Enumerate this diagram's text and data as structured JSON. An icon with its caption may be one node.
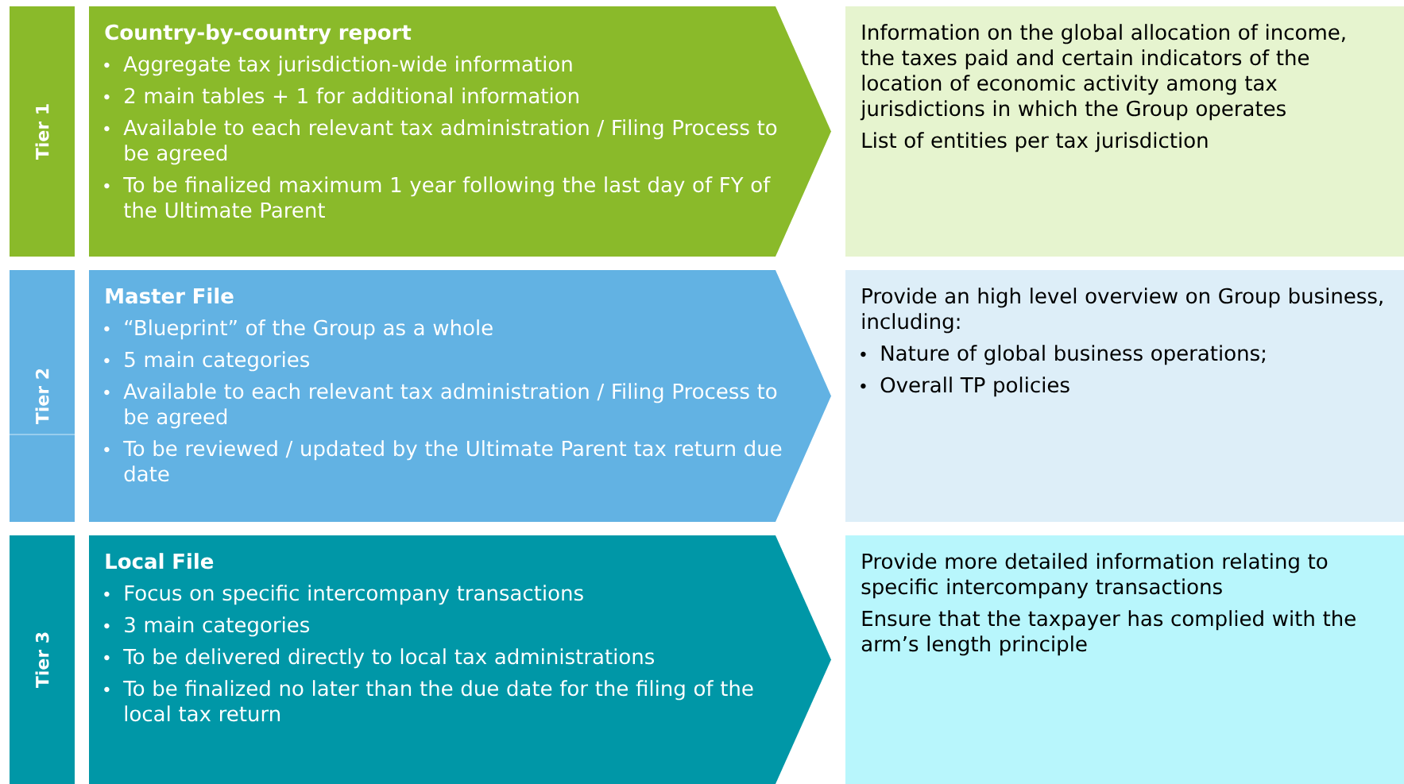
{
  "diagram": {
    "nodes": [
      {
        "text": [
          "Tier 1"
        ]
      },
      {
        "text": [
          "Country-by-country report",
          "Aggregate tax jurisdiction-wide information",
          "2 main tables + 1 for additional information",
          "Available to each relevant tax administration / Filing Process to be agreed",
          "To be finalized maximum 1 year following the last day of FY of the Ultimate Parent"
        ]
      },
      {
        "text": [
          "Information on the global allocation of income, the taxes paid and certain indicators of the location of economic activity among tax jurisdictions in which the Group operates",
          "List of entities per tax jurisdiction"
        ]
      },
      {
        "text": [
          "Tier 2"
        ]
      },
      {
        "text": [
          "Master File",
          "“Blueprint” of the Group as a whole",
          "5 main categories",
          "Available to each relevant tax administration / Filing Process to be agreed",
          "To be reviewed / updated by the Ultimate Parent tax return due date"
        ]
      },
      {
        "text": [
          "Provide an high level overview on Group business, including:",
          "Nature of global business operations;",
          "Overall TP policies"
        ]
      },
      {
        "text": [
          "Tier 3"
        ]
      },
      {
        "text": [
          "Local File",
          "Focus on specific intercompany transactions",
          "3 main categories",
          "To be delivered directly to local tax administrations",
          "To be finalized no later than the due date for the  filing of the local tax return"
        ]
      },
      {
        "text": [
          "Provide more detailed information relating to specific intercompany transactions",
          "Ensure that the taxpayer has complied with the arm’s length principle"
        ]
      }
    ]
  }
}
